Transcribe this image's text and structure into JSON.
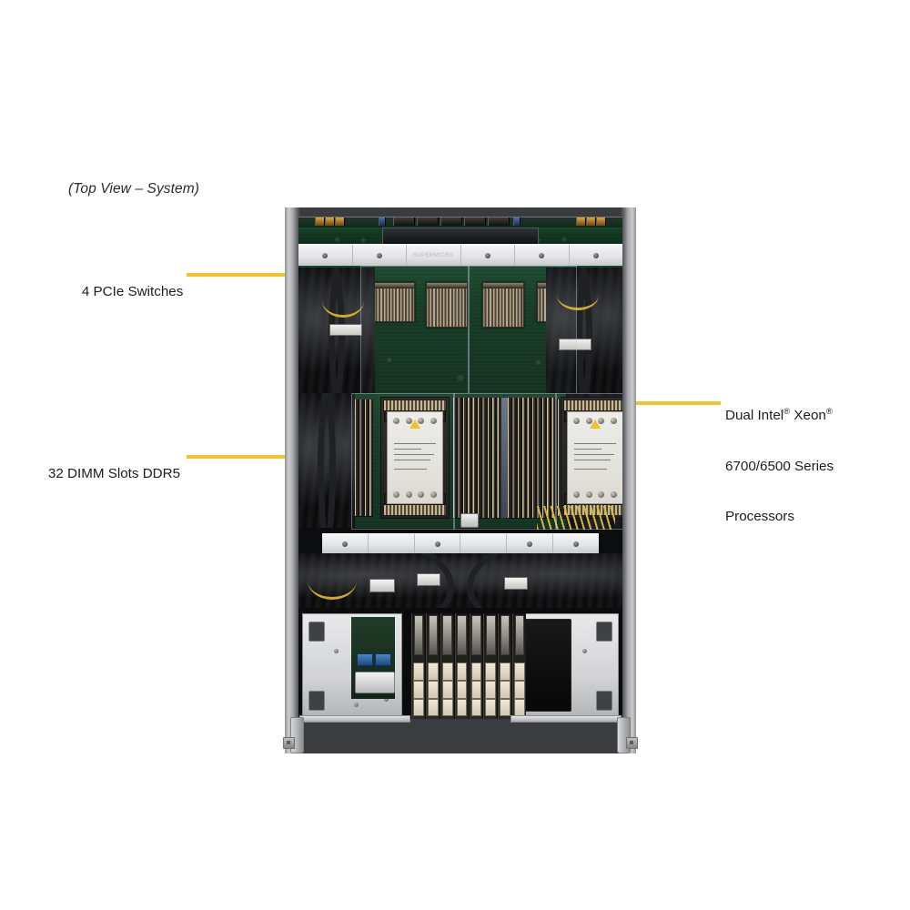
{
  "meta": {
    "accent_color": "#f3c22c",
    "background_color": "#ffffff",
    "text_color": "#1d1d1d"
  },
  "caption": {
    "view_label": "(Top View – System)"
  },
  "callouts": [
    {
      "id": "pcie-switches",
      "side": "left",
      "lines": [
        "4 PCIe Switches"
      ],
      "pointer_count": 4
    },
    {
      "id": "dimm-slots",
      "side": "left",
      "lines": [
        "32 DIMM Slots DDR5"
      ],
      "pointer_count": 1
    },
    {
      "id": "processors",
      "side": "right",
      "lines": [
        "Dual Intel® Xeon®",
        "6700/6500 Series",
        "Processors"
      ],
      "pointer_count": 2
    }
  ],
  "callout_text": {
    "pcie_switches": "4 PCIe Switches",
    "dimm_slots": "32 DIMM Slots DDR5",
    "processors_line1_a": "Dual Intel",
    "processors_line1_reg1": "®",
    "processors_line1_b": " Xeon",
    "processors_line1_reg2": "®",
    "processors_line2": "6700/6500 Series",
    "processors_line3": "Processors"
  },
  "hardware": {
    "pcie_switch_count": 4,
    "cpu_count": 2,
    "dimm_slot_count": 32,
    "expansion_card_count": 8,
    "top_fan_segments": 6,
    "bottom_fan_segments": 6,
    "chassis_form": "rack-server-top-view"
  }
}
